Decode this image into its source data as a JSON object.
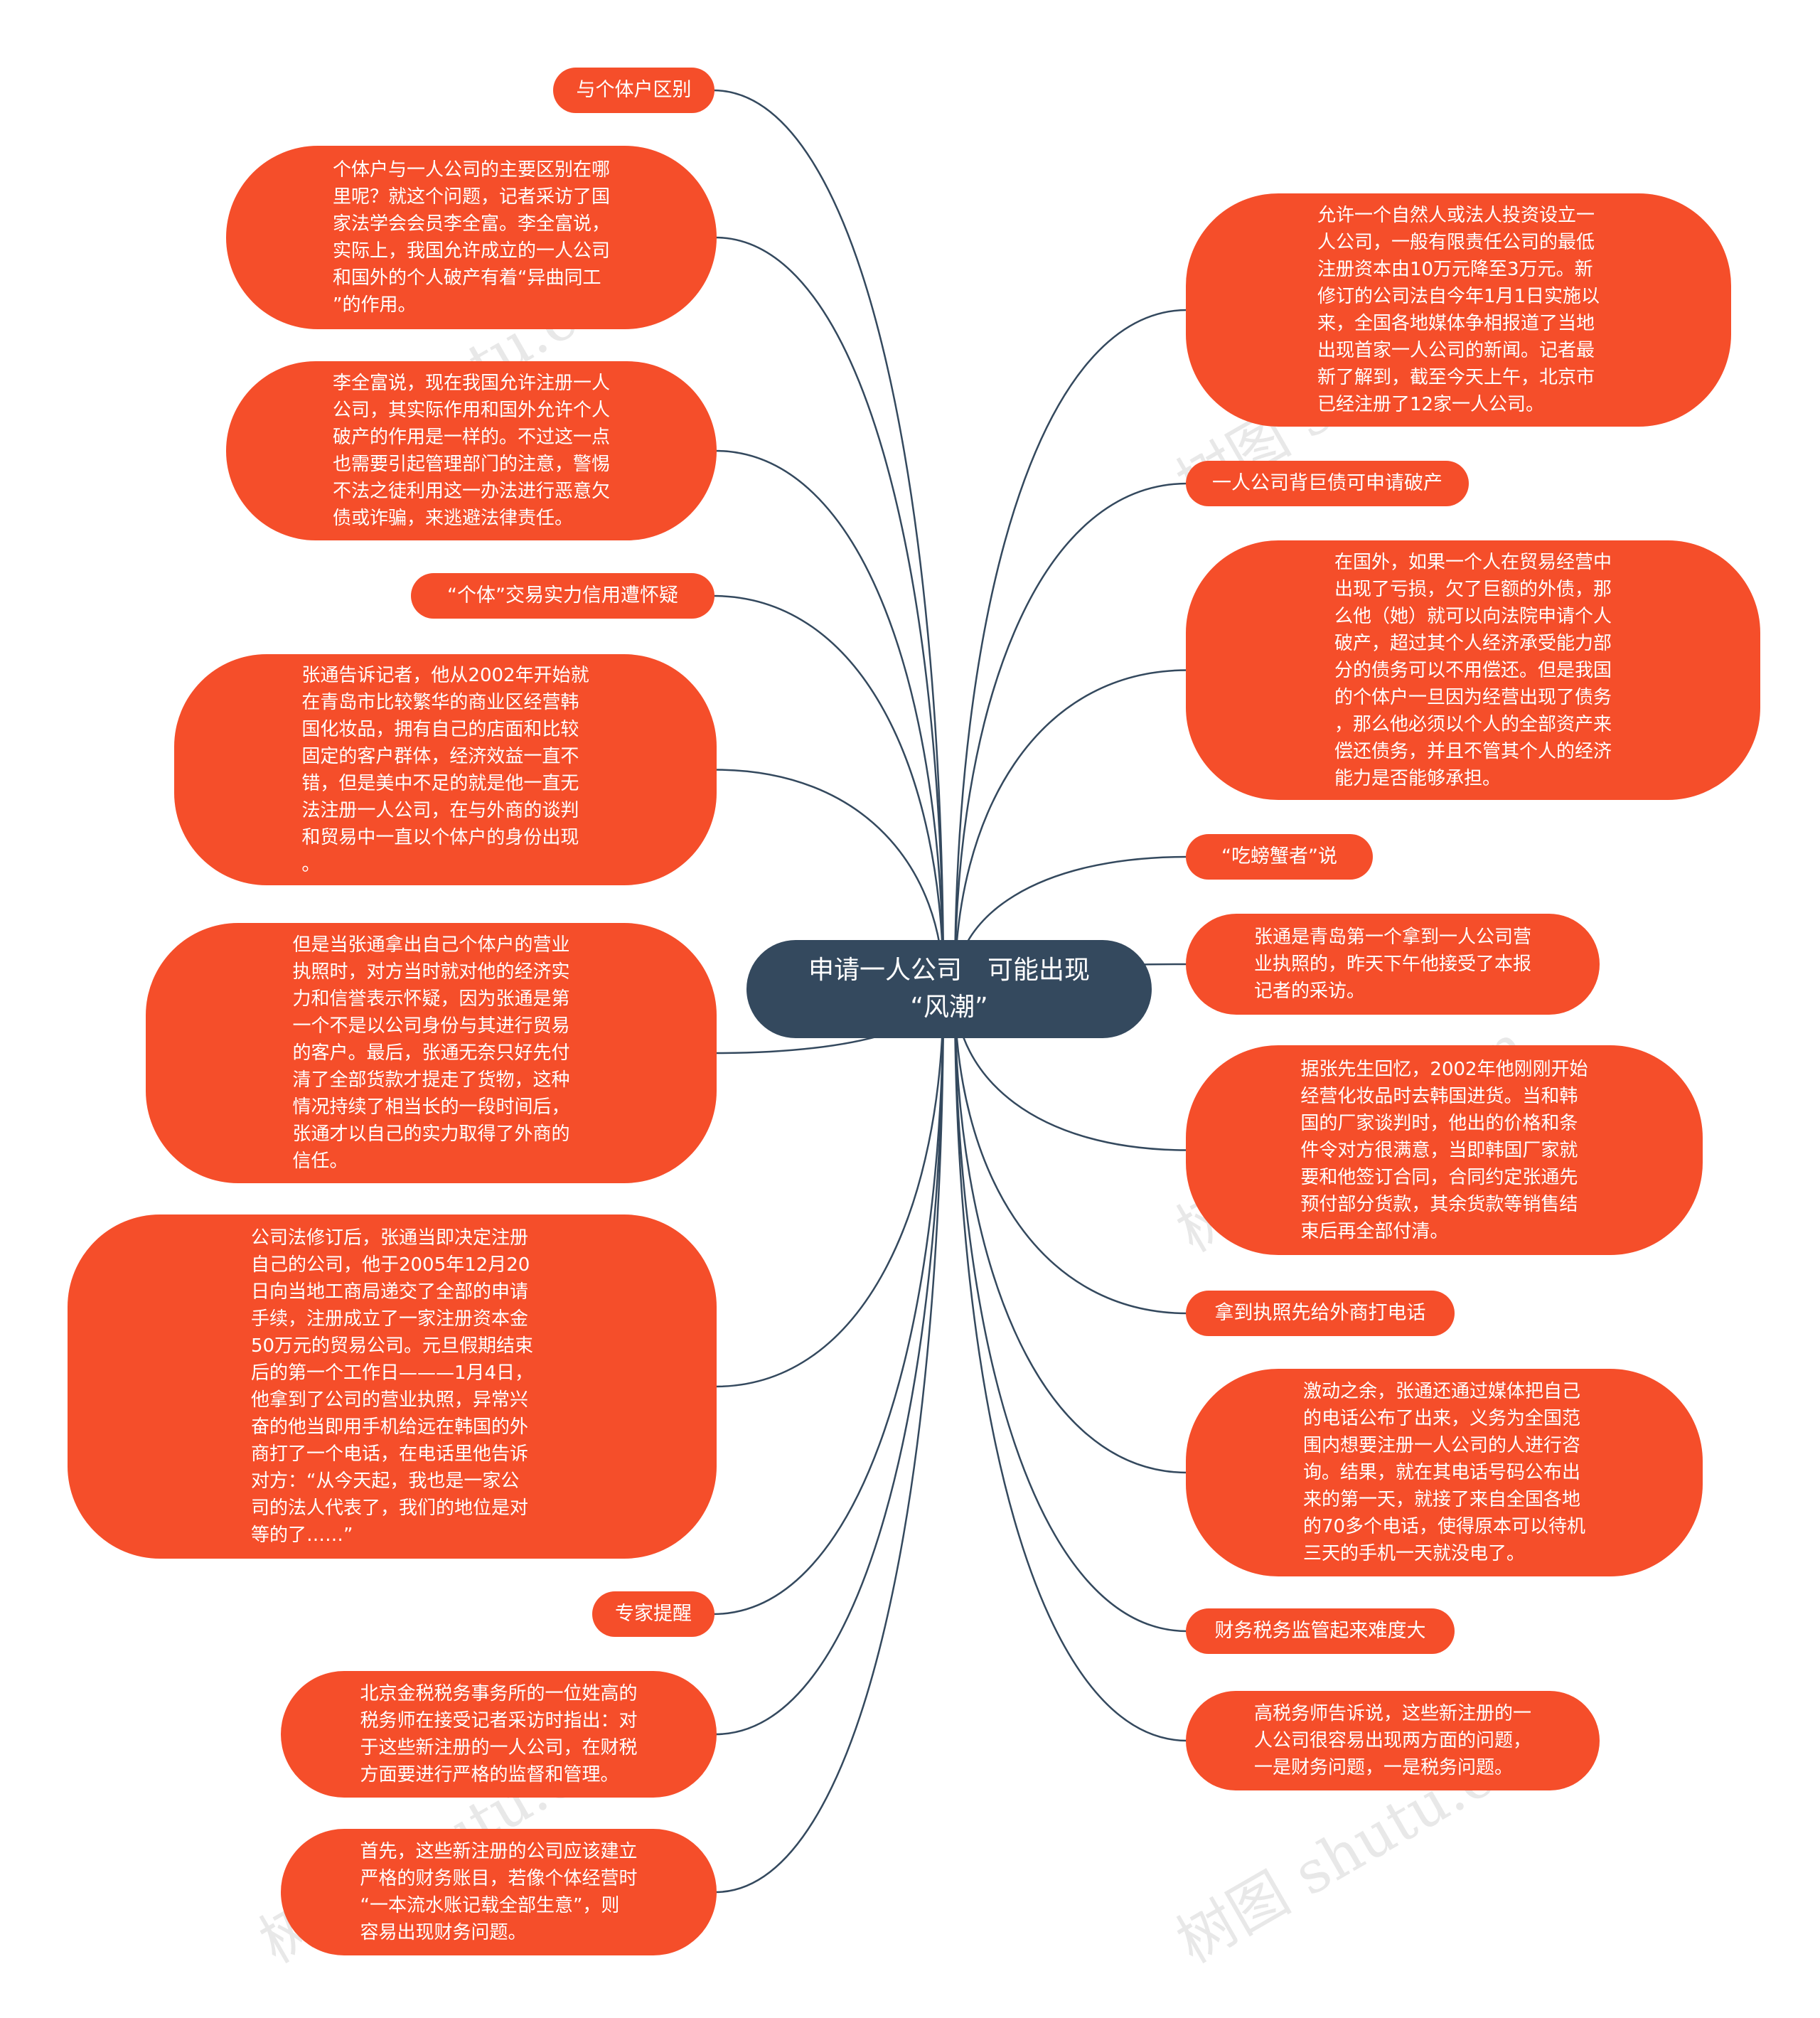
{
  "center": {
    "title": "申请一人公司　可能出现\n“风潮”"
  },
  "left": [
    {
      "id": "l1",
      "text": "与个体户区别"
    },
    {
      "id": "l2",
      "text": "个体户与一人公司的主要区别在哪\n里呢？就这个问题，记者采访了国\n家法学会会员李全富。李全富说，\n实际上，我国允许成立的一人公司\n和国外的个人破产有着“异曲同工\n”的作用。"
    },
    {
      "id": "l3",
      "text": "李全富说，现在我国允许注册一人\n公司，其实际作用和国外允许个人\n破产的作用是一样的。不过这一点\n也需要引起管理部门的注意，警惕\n不法之徒利用这一办法进行恶意欠\n债或诈骗，来逃避法律责任。"
    },
    {
      "id": "l4",
      "text": "“个体”交易实力信用遭怀疑"
    },
    {
      "id": "l5",
      "text": "张通告诉记者，他从2002年开始就\n在青岛市比较繁华的商业区经营韩\n国化妆品，拥有自己的店面和比较\n固定的客户群体，经济效益一直不\n错，但是美中不足的就是他一直无\n法注册一人公司，在与外商的谈判\n和贸易中一直以个体户的身份出现\n。"
    },
    {
      "id": "l6",
      "text": "但是当张通拿出自己个体户的营业\n执照时，对方当时就对他的经济实\n力和信誉表示怀疑，因为张通是第\n一个不是以公司身份与其进行贸易\n的客户。最后，张通无奈只好先付\n清了全部货款才提走了货物，这种\n情况持续了相当长的一段时间后，\n张通才以自己的实力取得了外商的\n信任。"
    },
    {
      "id": "l7",
      "text": "公司法修订后，张通当即决定注册\n自己的公司，他于2005年12月20\n日向当地工商局递交了全部的申请\n手续，注册成立了一家注册资本金\n50万元的贸易公司。元旦假期结束\n后的第一个工作日———1月4日，\n他拿到了公司的营业执照，异常兴\n奋的他当即用手机给远在韩国的外\n商打了一个电话，在电话里他告诉\n对方：“从今天起，我也是一家公\n司的法人代表了，我们的地位是对\n等的了……”"
    },
    {
      "id": "l8",
      "text": "专家提醒"
    },
    {
      "id": "l9",
      "text": "北京金税税务事务所的一位姓高的\n税务师在接受记者采访时指出：对\n于这些新注册的一人公司，在财税\n方面要进行严格的监督和管理。"
    },
    {
      "id": "l10",
      "text": "首先，这些新注册的公司应该建立\n严格的财务账目，若像个体经营时\n“一本流水账记载全部生意”，则\n容易出现财务问题。"
    }
  ],
  "right": [
    {
      "id": "r1",
      "text": "允许一个自然人或法人投资设立一\n人公司，一般有限责任公司的最低\n注册资本由10万元降至3万元。新\n修订的公司法自今年1月1日实施以\n来，全国各地媒体争相报道了当地\n出现首家一人公司的新闻。记者最\n新了解到，截至今天上午，北京市\n已经注册了12家一人公司。"
    },
    {
      "id": "r2",
      "text": "一人公司背巨债可申请破产"
    },
    {
      "id": "r3",
      "text": "在国外，如果一个人在贸易经营中\n出现了亏损，欠了巨额的外债，那\n么他（她）就可以向法院申请个人\n破产，超过其个人经济承受能力部\n分的债务可以不用偿还。但是我国\n的个体户一旦因为经营出现了债务\n，那么他必须以个人的全部资产来\n偿还债务，并且不管其个人的经济\n能力是否能够承担。"
    },
    {
      "id": "r4",
      "text": "“吃螃蟹者”说"
    },
    {
      "id": "r5",
      "text": "张通是青岛第一个拿到一人公司营\n业执照的，昨天下午他接受了本报\n记者的采访。"
    },
    {
      "id": "r6",
      "text": "据张先生回忆，2002年他刚刚开始\n经营化妆品时去韩国进货。当和韩\n国的厂家谈判时，他出的价格和条\n件令对方很满意，当即韩国厂家就\n要和他签订合同，合同约定张通先\n预付部分货款，其余货款等销售结\n束后再全部付清。"
    },
    {
      "id": "r7",
      "text": "拿到执照先给外商打电话"
    },
    {
      "id": "r8",
      "text": "激动之余，张通还通过媒体把自己\n的电话公布了出来，义务为全国范\n围内想要注册一人公司的人进行咨\n询。结果，就在其电话号码公布出\n来的第一天，就接了来自全国各地\n的70多个电话，使得原本可以待机\n三天的手机一天就没电了。"
    },
    {
      "id": "r9",
      "text": "财务税务监管起来难度大"
    },
    {
      "id": "r10",
      "text": "高税务师告诉说，这些新注册的一\n人公司很容易出现两方面的问题，\n一是财务问题，一是税务问题。"
    }
  ],
  "watermark": {
    "text": "树图 shutu.cn"
  },
  "colors": {
    "node": "#f54e2a",
    "center": "#34495e",
    "link": "#34495e"
  }
}
